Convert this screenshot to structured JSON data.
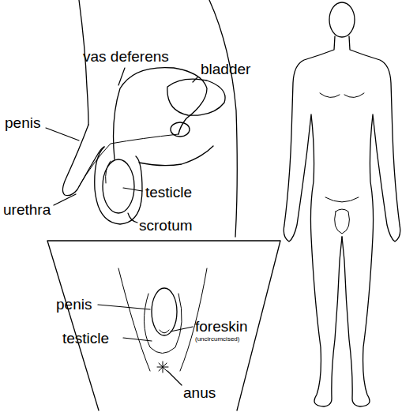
{
  "diagram": {
    "labels": [
      "vas deferens",
      "bladder",
      "penis",
      "urethra",
      "testicle",
      "scrotum",
      "penis",
      "testicle",
      "foreskin",
      "(uncircumcised)",
      "anus"
    ]
  }
}
